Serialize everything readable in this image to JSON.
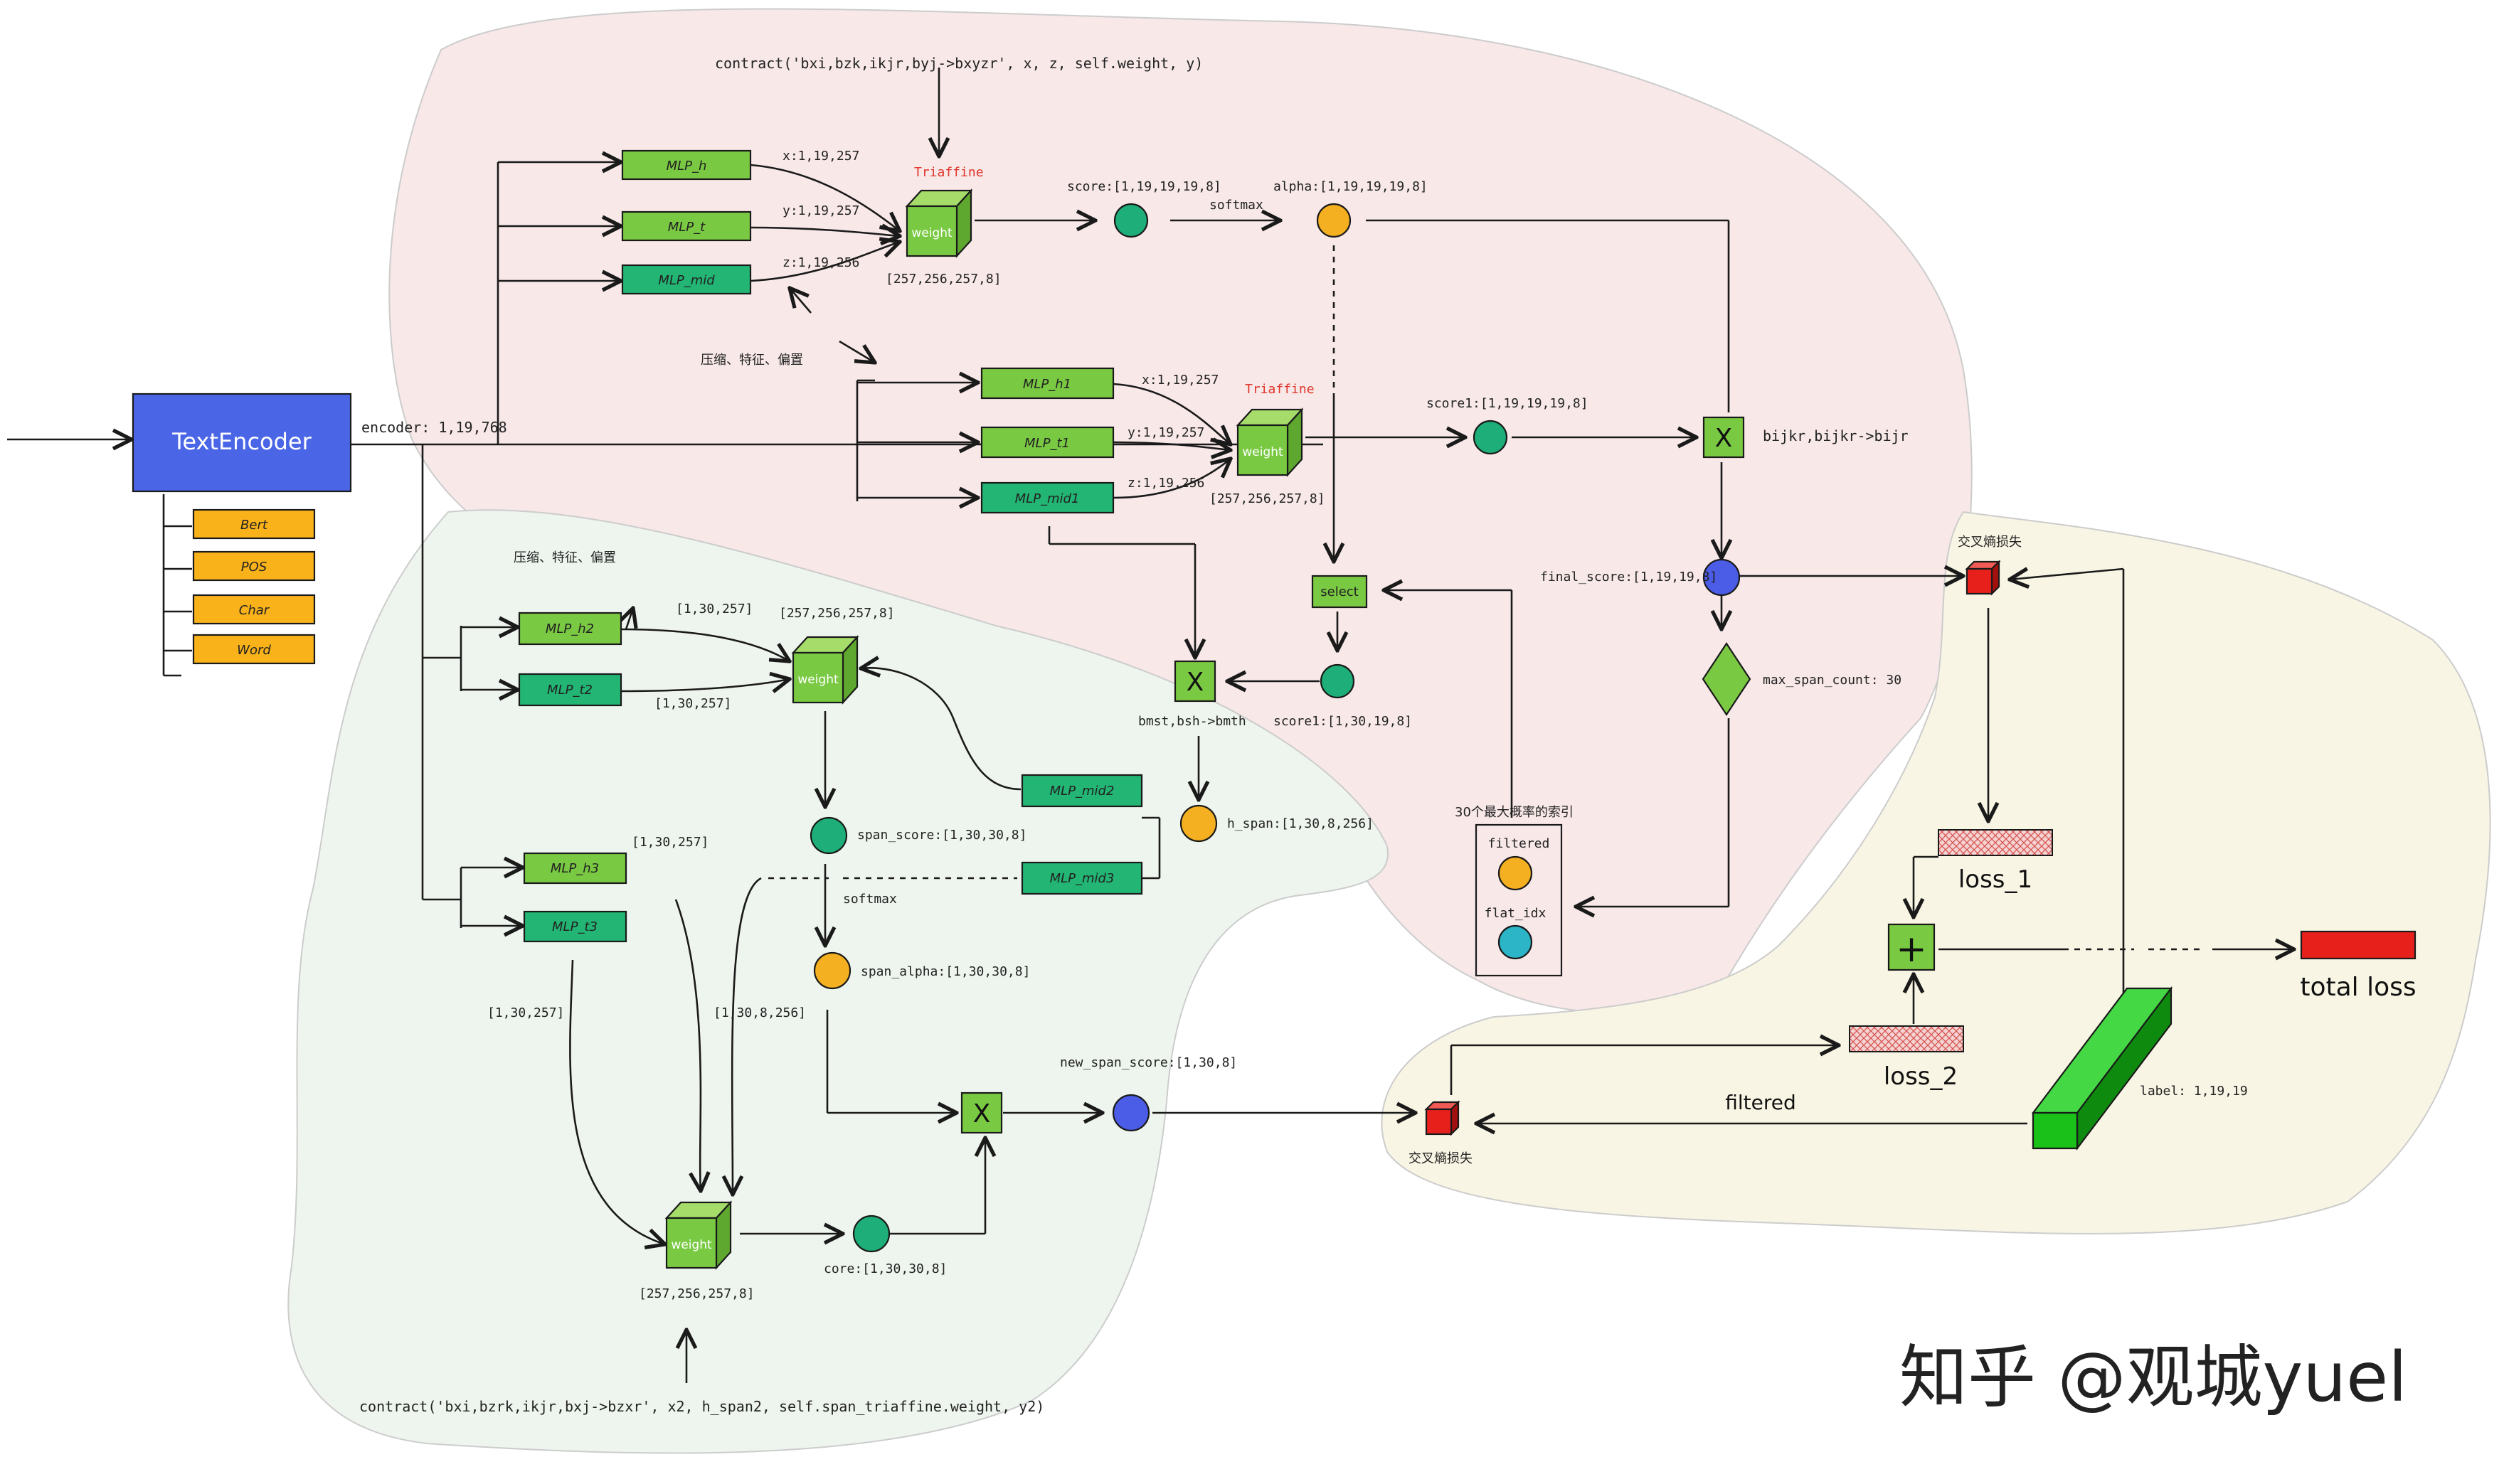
{
  "colors": {
    "pink_region": "#f8e8e8",
    "green_region": "#eef5ee",
    "cream_region": "#f9f5e4",
    "text_encoder": "#4a66e6",
    "orange_box": "#f9b21a",
    "mlp_light": "#7ac943",
    "mlp_mid": "#22b573",
    "cube_face": "#7ac943",
    "node_teal": "#1eae7a",
    "node_orange": "#f5b021",
    "node_blue": "#4b5ce6",
    "node_cyan": "#2bb5c6",
    "loss_red": "#e8201c",
    "label_bar": "#19c119",
    "annotation_red": "#e0352b"
  },
  "encoder": {
    "title": "TextEncoder",
    "components": [
      "Bert",
      "POS",
      "Char",
      "Word"
    ],
    "output_label": "encoder: 1,19,768"
  },
  "branch1": {
    "mlps": [
      "MLP_h",
      "MLP_t",
      "MLP_mid"
    ],
    "shape_labels": [
      "x:1,19,257",
      "y:1,19,257",
      "z:1,19,256"
    ],
    "cube_label": "weight",
    "triaffine_label": "Triaffine",
    "weight_shape": "[257,256,257,8]",
    "contract_label": "contract('bxi,bzk,ikjr,byj->bxyzr', x, z, self.weight, y)",
    "score_label": "score:[1,19,19,19,8]",
    "softmax_label": "softmax",
    "alpha_label": "alpha:[1,19,19,19,8]"
  },
  "annotation_1": "压缩、特征、偏置",
  "branch2": {
    "mlps": [
      "MLP_h1",
      "MLP_t1",
      "MLP_mid1"
    ],
    "shape_labels": [
      "x:1,19,257",
      "y:1,19,257",
      "z:1,19,256"
    ],
    "cube_label": "weight",
    "triaffine_label": "Triaffine",
    "weight_shape": "[257,256,257,8]",
    "score_label": "score1:[1,19,19,19,8]",
    "mult_symbol": "X",
    "einsum_label": "bijkr,bijkr->bijr",
    "final_label": "final_score:[1,19,19,8]",
    "diamond_label": "max_span_count: 30",
    "select_label": "select",
    "score2_label": "score1:[1,30,19,8]",
    "bmst_label": "bmst,bsh->bmth",
    "hspan_label": "h_span:[1,30,8,256]",
    "topk_label": "30个最大概率的索引",
    "filtered_label": "filtered",
    "flat_idx_label": "flat_idx"
  },
  "branch3": {
    "annotation": "压缩、特征、偏置",
    "mlps": [
      "MLP_h2",
      "MLP_t2",
      "MLP_mid2",
      "MLP_mid3",
      "MLP_h3",
      "MLP_t3"
    ],
    "shape_a": "[1,30,257]",
    "shape_b": "[1,30,257]",
    "weight_top": "[257,256,257,8]",
    "span_score": "span_score:[1,30,30,8]",
    "softmax": "softmax",
    "span_alpha": "span_alpha:[1,30,30,8]",
    "new_span_score": "new_span_score:[1,30,8]",
    "shape_c": "[1,30,257]",
    "shape_d": "[1,30,257]",
    "shape_e": "[1,30,8,256]",
    "weight_bottom": "[257,256,257,8]",
    "core_label": "core:[1,30,30,8]",
    "contract_label": "contract('bxi,bzrk,ikjr,bxj->bzxr', x2, h_span2, self.span_triaffine.weight, y2)",
    "cube_label": "weight",
    "mult_symbol": "X"
  },
  "loss": {
    "ce_top": "交叉熵损失",
    "ce_bottom": "交叉熵损失",
    "loss1": "loss_1",
    "loss2": "loss_2",
    "plus": "+",
    "total": "total loss",
    "filtered": "filtered",
    "label_shape": "label: 1,19,19"
  },
  "watermark": "知乎 @观城yuel"
}
